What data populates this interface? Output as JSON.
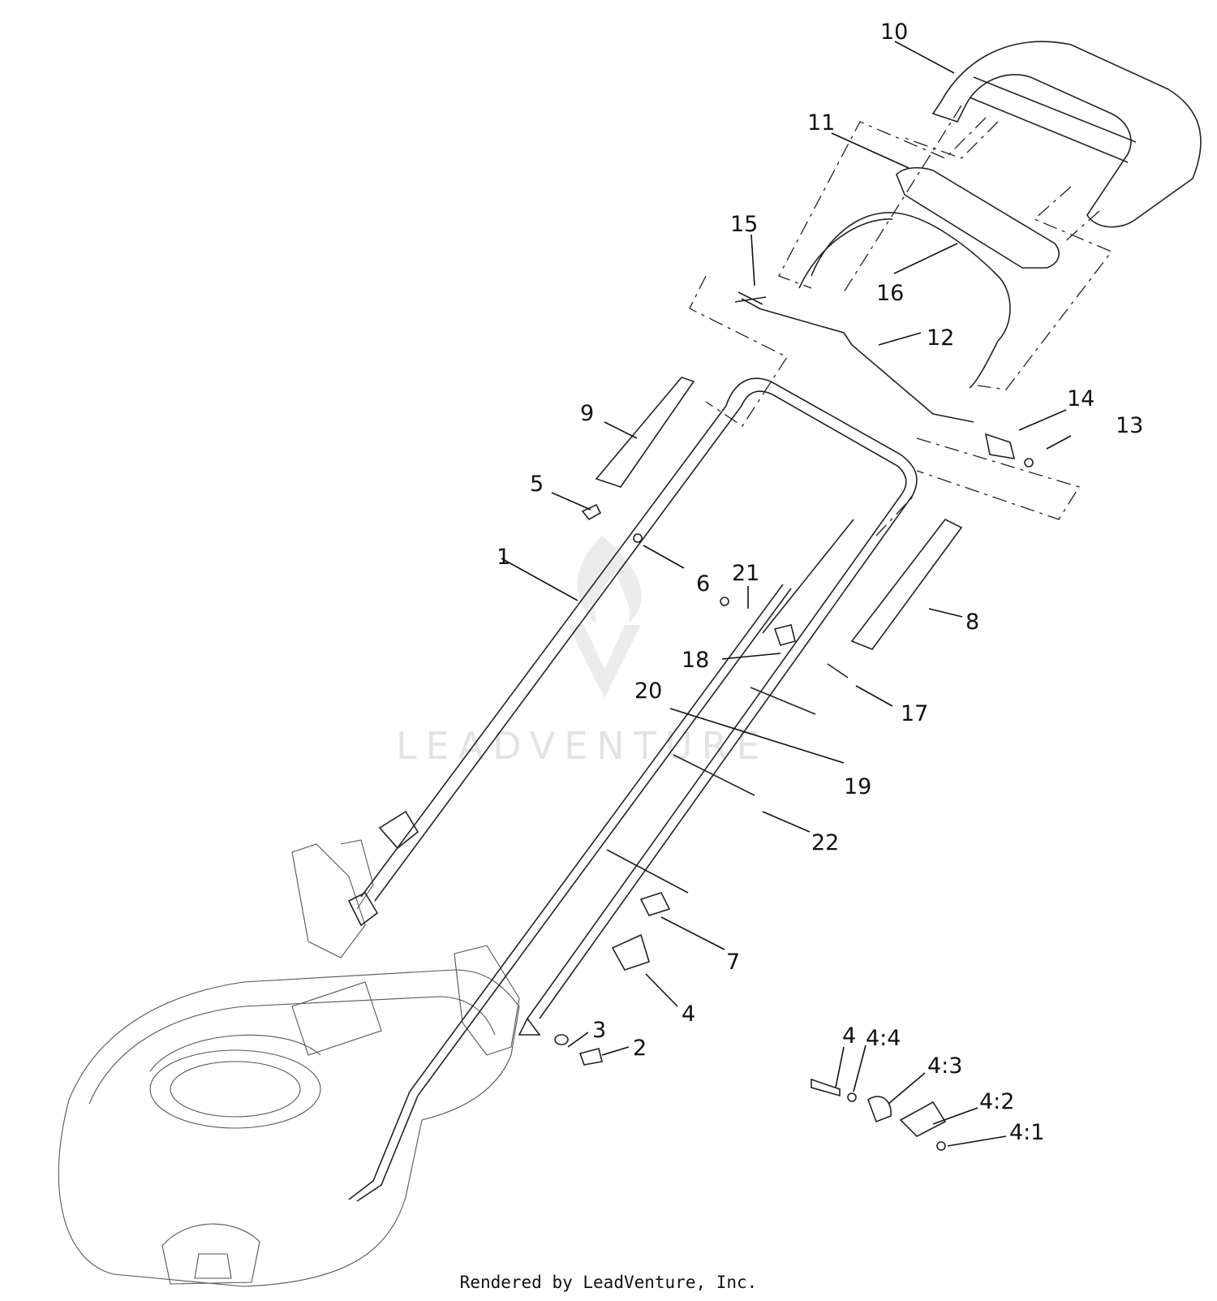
{
  "labels": [
    {
      "id": "1",
      "text": "1"
    },
    {
      "id": "2",
      "text": "2"
    },
    {
      "id": "3",
      "text": "3"
    },
    {
      "id": "4",
      "text": "4"
    },
    {
      "id": "4b",
      "text": "4"
    },
    {
      "id": "4-1",
      "text": "4:1"
    },
    {
      "id": "4-2",
      "text": "4:2"
    },
    {
      "id": "4-3",
      "text": "4:3"
    },
    {
      "id": "4-4",
      "text": "4:4"
    },
    {
      "id": "5",
      "text": "5"
    },
    {
      "id": "6",
      "text": "6"
    },
    {
      "id": "7",
      "text": "7"
    },
    {
      "id": "8",
      "text": "8"
    },
    {
      "id": "9",
      "text": "9"
    },
    {
      "id": "10",
      "text": "10"
    },
    {
      "id": "11",
      "text": "11"
    },
    {
      "id": "12",
      "text": "12"
    },
    {
      "id": "13",
      "text": "13"
    },
    {
      "id": "14",
      "text": "14"
    },
    {
      "id": "15",
      "text": "15"
    },
    {
      "id": "16",
      "text": "16"
    },
    {
      "id": "17",
      "text": "17"
    },
    {
      "id": "18",
      "text": "18"
    },
    {
      "id": "19",
      "text": "19"
    },
    {
      "id": "20",
      "text": "20"
    },
    {
      "id": "21",
      "text": "21"
    },
    {
      "id": "22",
      "text": "22"
    }
  ],
  "watermark": "LEADVENTURE",
  "credit": "Rendered by LeadVenture, Inc."
}
